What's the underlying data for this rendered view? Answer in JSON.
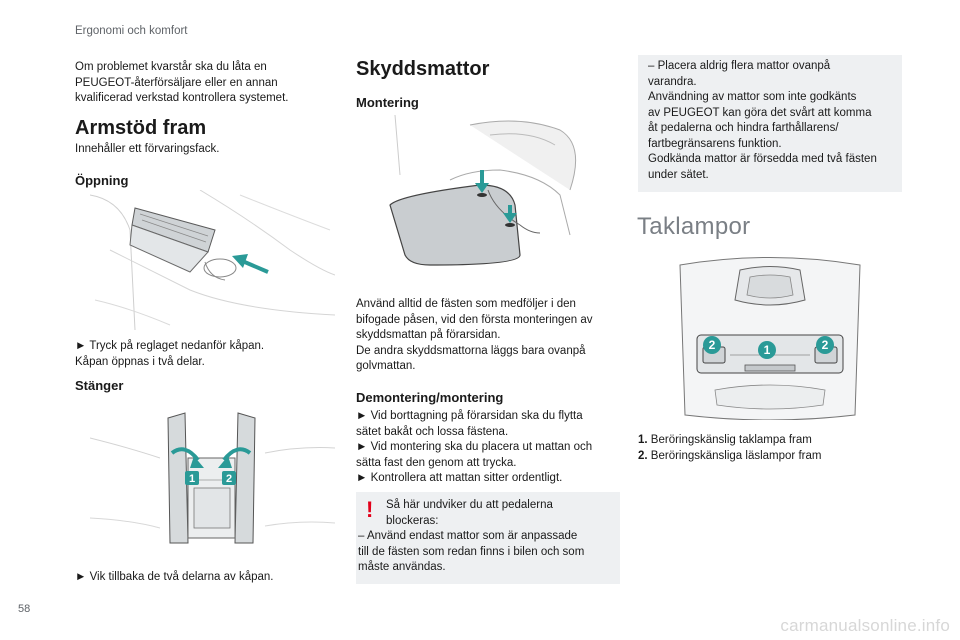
{
  "header": "Ergonomi och komfort",
  "page_number": "58",
  "watermark": "carmanualsonline.info",
  "col1": {
    "intro": [
      "Om problemet kvarstår ska du låta en",
      "PEUGEOT-återförsäljare eller en annan",
      "kvalificerad verkstad kontrollera systemet."
    ],
    "title": "Armstöd fram",
    "desc": "Innehåller ett förvaringsfack.",
    "opening_title": "Öppning",
    "opening_text": [
      "► Tryck på reglaget nedanför kåpan.",
      "Kåpan öppnas i två delar."
    ],
    "closing_title": "Stänger",
    "closing_text": "► Vik tillbaka de två delarna av kåpan.",
    "closing_labels": [
      "1",
      "2"
    ]
  },
  "col2": {
    "title": "Skyddsmattor",
    "mount_title": "Montering",
    "mount_text": [
      "Använd alltid de fästen som medföljer i den",
      "bifogade påsen, vid den första monteringen av",
      "skyddsmattan på förarsidan.",
      "De andra skyddsmattorna läggs bara ovanpå",
      "golvmattan."
    ],
    "demount_title": "Demontering/montering",
    "demount_text": [
      "► Vid borttagning på förarsidan ska du flytta",
      "sätet bakåt och lossa fästena.",
      "► Vid montering ska du placera ut mattan och",
      "sätta fast den genom att trycka.",
      "► Kontrollera att mattan sitter ordentligt."
    ],
    "warning_mark": "!",
    "warning_text": [
      "Så här undviker du att pedalerna",
      "blockeras:",
      "– Använd endast mattor som är anpassade",
      "till de fästen som redan finns i bilen och som",
      "måste användas."
    ]
  },
  "col3": {
    "note": [
      "– Placera aldrig flera mattor ovanpå",
      "varandra.",
      "Användning av mattor som inte godkänts",
      "av PEUGEOT kan göra det svårt att komma",
      "åt pedalerna och hindra farthållarens/",
      "fartbegränsarens funktion.",
      "Godkända mattor är försedda med två fästen",
      "under sätet."
    ],
    "title": "Taklampor",
    "image_labels": [
      "2",
      "1",
      "2"
    ],
    "list": [
      {
        "num": "1.",
        "text": "Beröringskänslig taklampa fram"
      },
      {
        "num": "2.",
        "text": "Beröringskänsliga läslampor fram"
      }
    ]
  },
  "colors": {
    "accent": "#2a9a97",
    "warning": "#e2001a",
    "box": "#eef0f2"
  }
}
